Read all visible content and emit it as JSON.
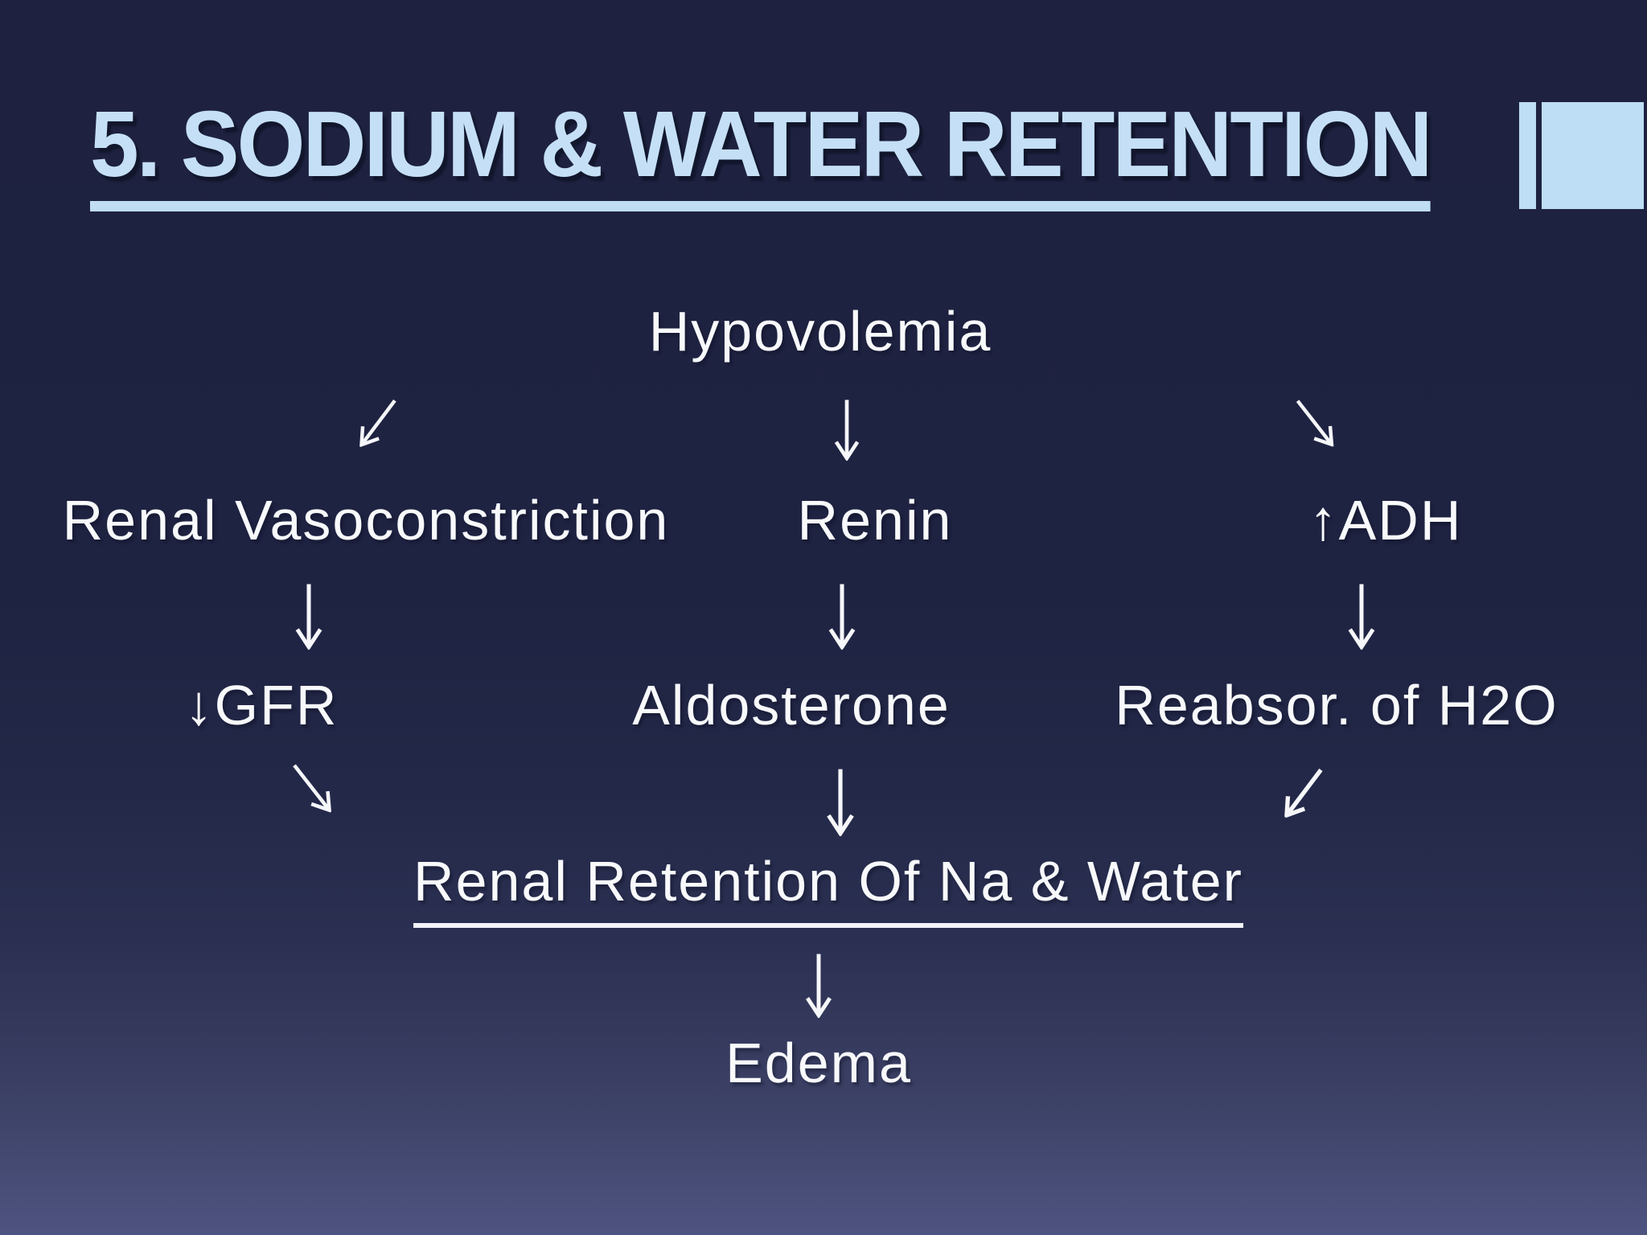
{
  "slide": {
    "title": "5. SODIUM & WATER RETENTION",
    "colors": {
      "background_top": "#1E2240",
      "background_bottom": "#4E5480",
      "title_text": "#C5E0F6",
      "accent_bar": "#BDDEF5",
      "body_text": "#F8F9FB"
    },
    "decor_icons": [
      "accent-bar-thin",
      "accent-bar-wide"
    ]
  },
  "diagram": {
    "type": "flowchart",
    "nodes": {
      "hypovolemia": "Hypovolemia",
      "renal_vasoconstriction": "Renal Vasoconstriction",
      "renin": "Renin",
      "adh": "↑ADH",
      "gfr": "↓GFR",
      "aldosterone": "Aldosterone",
      "reabsorption": "Reabsor. of H2O",
      "renal_retention": "Renal Retention Of Na & Water",
      "edema": "Edema"
    },
    "edges": [
      {
        "from": "Hypovolemia",
        "to": "Renal Vasoconstriction",
        "arrow": "down-left"
      },
      {
        "from": "Hypovolemia",
        "to": "Renin",
        "arrow": "down"
      },
      {
        "from": "Hypovolemia",
        "to": "↑ADH",
        "arrow": "down-right"
      },
      {
        "from": "Renal Vasoconstriction",
        "to": "↓GFR",
        "arrow": "down"
      },
      {
        "from": "Renin",
        "to": "Aldosterone",
        "arrow": "down"
      },
      {
        "from": "↑ADH",
        "to": "Reabsor. of H2O",
        "arrow": "down"
      },
      {
        "from": "↓GFR",
        "to": "Renal Retention Of Na & Water",
        "arrow": "down-right"
      },
      {
        "from": "Aldosterone",
        "to": "Renal Retention Of Na & Water",
        "arrow": "down"
      },
      {
        "from": "Reabsor. of H2O",
        "to": "Renal Retention Of Na & Water",
        "arrow": "down-left"
      },
      {
        "from": "Renal Retention Of Na & Water",
        "to": "Edema",
        "arrow": "down"
      }
    ]
  }
}
